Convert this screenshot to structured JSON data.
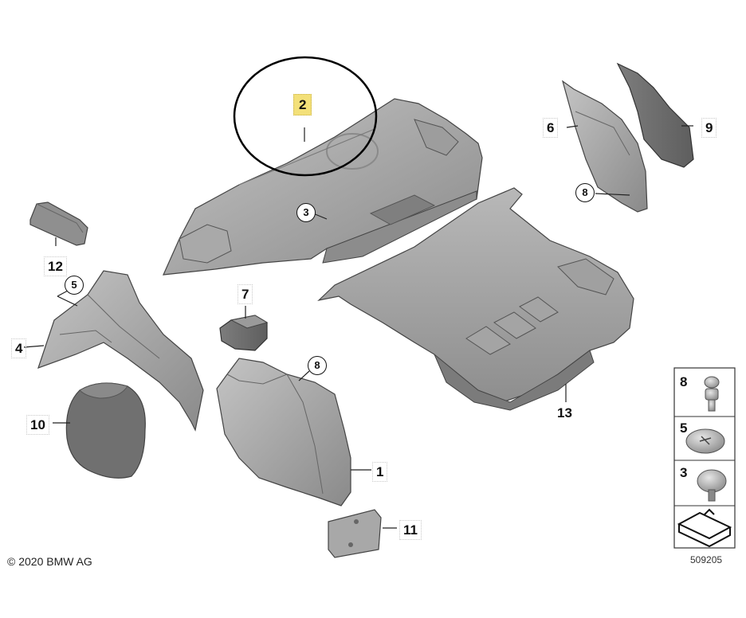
{
  "callouts": {
    "c1": "1",
    "c2": "2",
    "c3": "3",
    "c4": "4",
    "c5": "5",
    "c6": "6",
    "c7": "7",
    "c8a": "8",
    "c8b": "8",
    "c9": "9",
    "c10": "10",
    "c11": "11",
    "c12": "12",
    "c13": "13"
  },
  "legend": {
    "l8": "8",
    "l5": "5",
    "l3": "3"
  },
  "footer": {
    "copyright": "© 2020 BMW AG",
    "reference": "509205"
  },
  "colors": {
    "part_fill": "#9a9a9a",
    "part_light": "#bdbdbd",
    "part_dark": "#707070",
    "highlight": "#f3e079"
  }
}
